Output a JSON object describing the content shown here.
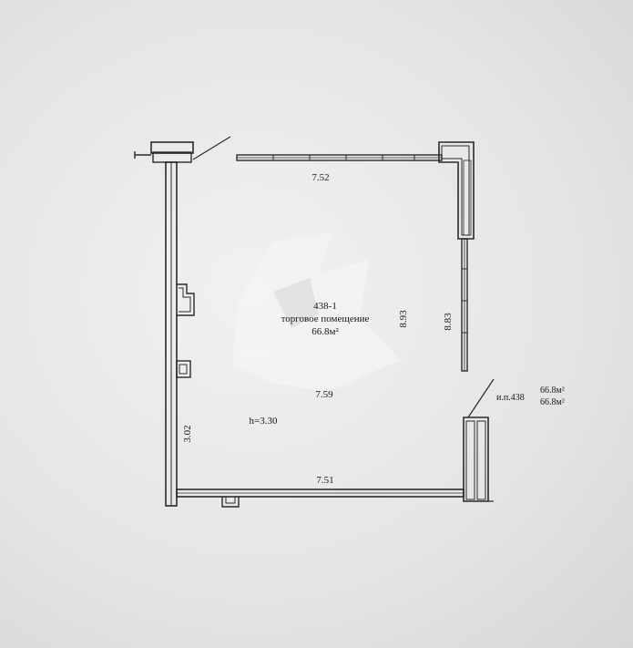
{
  "room": {
    "number": "438-1",
    "name": "торговое помещение",
    "area": "66.8м²"
  },
  "dimensions": {
    "top_wall": "7.52",
    "right_upper": "8.83",
    "inner_vertical": "8.93",
    "inner_horizontal": "7.59",
    "bottom_wall": "7.51",
    "left_lower": "3.02",
    "height": "h=3.30"
  },
  "summary": {
    "label": "и.п.438",
    "area_1": "66.8м²",
    "area_2": "66.8м²"
  }
}
